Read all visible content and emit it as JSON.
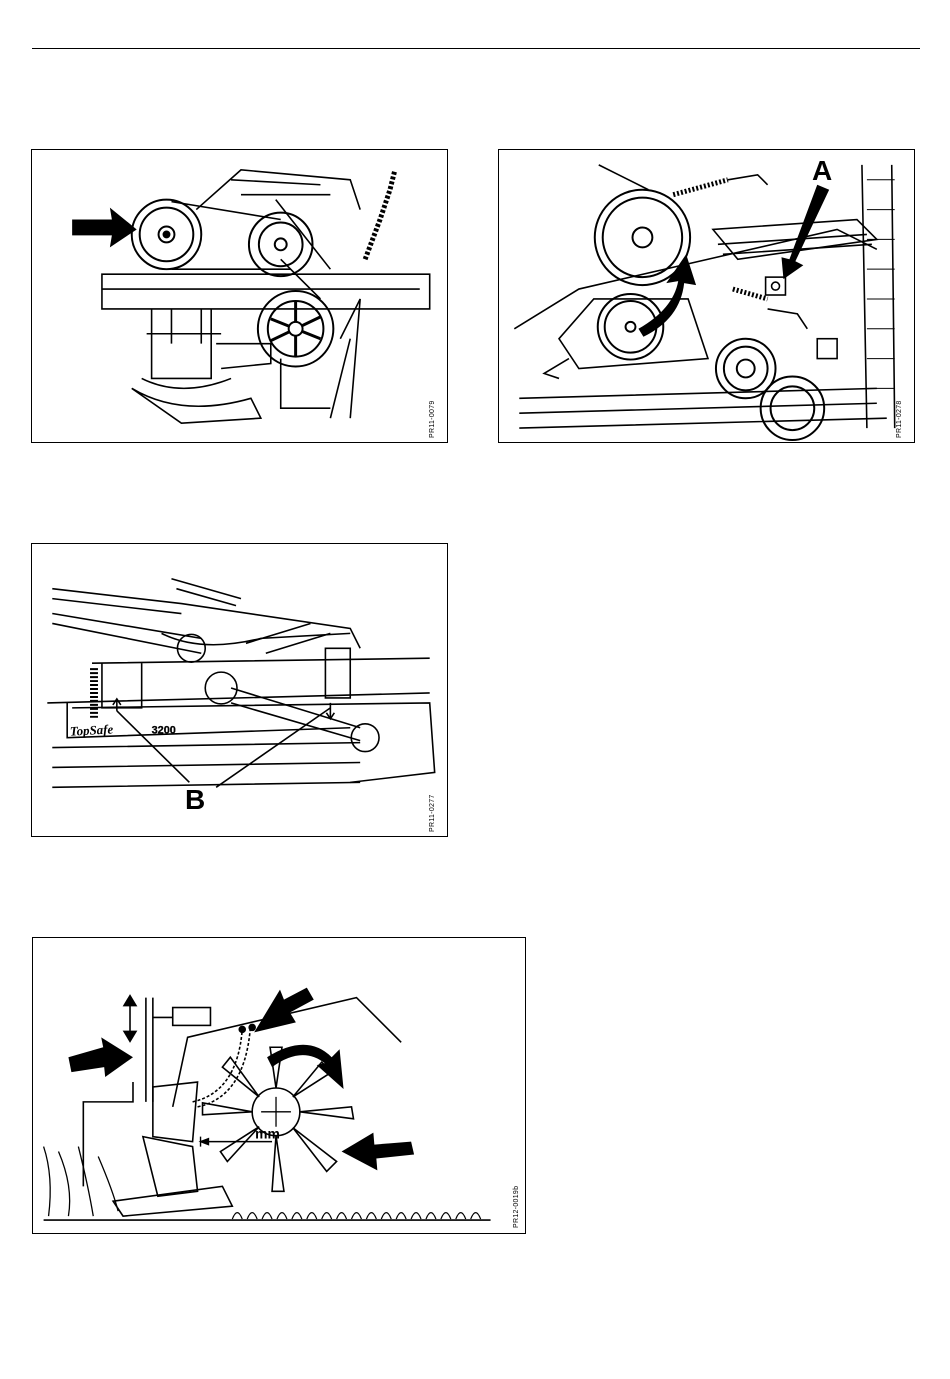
{
  "figures": [
    {
      "id": "fig1",
      "code": "PR11-0079"
    },
    {
      "id": "fig2",
      "code": "PR11-0278",
      "callout": "A"
    },
    {
      "id": "fig3",
      "code": "PR11-0277",
      "callout": "B",
      "decal_brand": "TopSafe",
      "decal_model": "3200"
    },
    {
      "id": "fig4",
      "code": "PR12-0019b",
      "dimension_unit": "mm"
    }
  ],
  "icons": [
    "arrow-icon",
    "pulley-icon",
    "curved-arrow-icon",
    "rotation-arrow-icon",
    "double-arrow-icon"
  ]
}
